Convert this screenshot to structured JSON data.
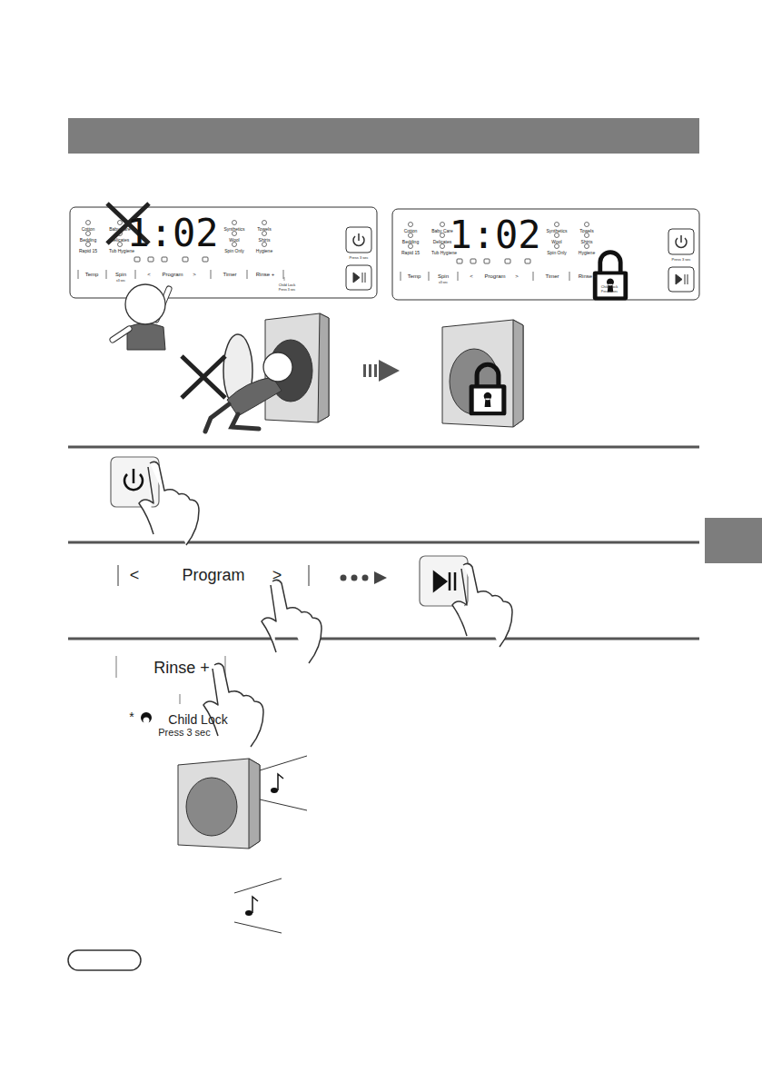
{
  "diagram": {
    "labels": [
      "Cotton",
      "Baby Care",
      "Bedding",
      "Delicates",
      "Rapid 15",
      "Tub Hygiene",
      "1:02",
      "Synthetics",
      "Towels",
      "Wool",
      "Shirts",
      "Spin Only",
      "Hygiene",
      "Press 3 sec",
      "Temp",
      "Spin",
      "x3 sec",
      "<",
      "Program",
      ">",
      "Timer",
      "Rinse +",
      "Child Lock",
      "Press 3 sec",
      "Cotton",
      "Baby Care",
      "Bedding",
      "Delicates",
      "Rapid 15",
      "Tub Hygiene",
      "1:02",
      "Synthetics",
      "Towels",
      "Wool",
      "Shirts",
      "Spin Only",
      "Hygiene",
      "Press 3 sec",
      "Temp",
      "Spin",
      "x3 sec",
      "<",
      "Program",
      ">",
      "Timer",
      "Rinse +",
      "Child Lock",
      "Press 3 sec",
      "<",
      "Program",
      ">",
      "Rinse +",
      "*",
      "Child Lock",
      "Press 3 sec"
    ]
  }
}
